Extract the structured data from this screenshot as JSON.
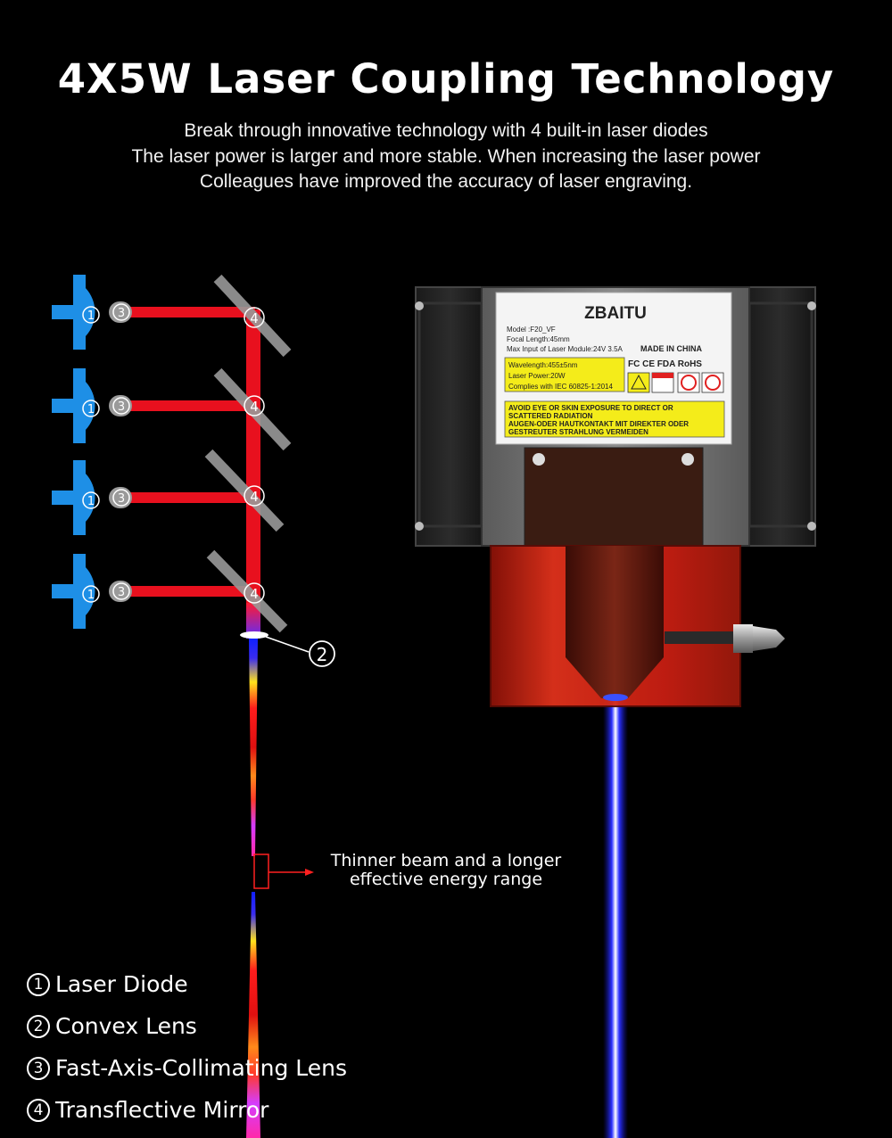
{
  "title": "4X5W Laser Coupling Technology",
  "subtitle_lines": [
    "Break through innovative technology with 4 built-in laser diodes",
    "The laser power is larger and more stable. When increasing the laser power",
    "Colleagues have improved the accuracy of laser engraving."
  ],
  "diagram": {
    "diode_marker": "1",
    "fac_marker": "3",
    "mirror_marker": "4",
    "lens_marker": "2",
    "callout_lines": [
      "Thinner beam and a longer",
      "effective energy range"
    ]
  },
  "legend": [
    {
      "num": "1",
      "label": "Laser Diode"
    },
    {
      "num": "2",
      "label": "Convex Lens"
    },
    {
      "num": "3",
      "label": "Fast-Axis-Collimating Lens"
    },
    {
      "num": "4",
      "label": "Transflective Mirror"
    }
  ],
  "module_label": {
    "brand": "ZBAITU",
    "model": "Model :F20_VF",
    "focal": "Focal Length:45mm",
    "max_input": "Max Input of Laser Module:24V 3.5A",
    "made_in": "MADE IN CHINA",
    "certs": "FC CE FDA RoHS",
    "wavelength": "Wavelength:455±5nm",
    "power": "Laser Power:20W",
    "complies": "Complies with IEC 60825-1:2014",
    "warning_lines": [
      "AVOID EYE OR SKIN EXPOSURE TO DIRECT OR",
      "SCATTERED RADIATION",
      "AUGEN-ODER HAUTKONTAKT MIT DIREKTER ODER",
      "GESTREUTER STRAHLUNG VERMEIDEN"
    ]
  },
  "colors": {
    "background": "#000000",
    "diode_blue": "#1e8fe6",
    "beam_red": "#e8101e",
    "mirror_gray": "#9a9a9a",
    "label_yellow": "#f4ec1a",
    "module_red": "#d62718"
  }
}
